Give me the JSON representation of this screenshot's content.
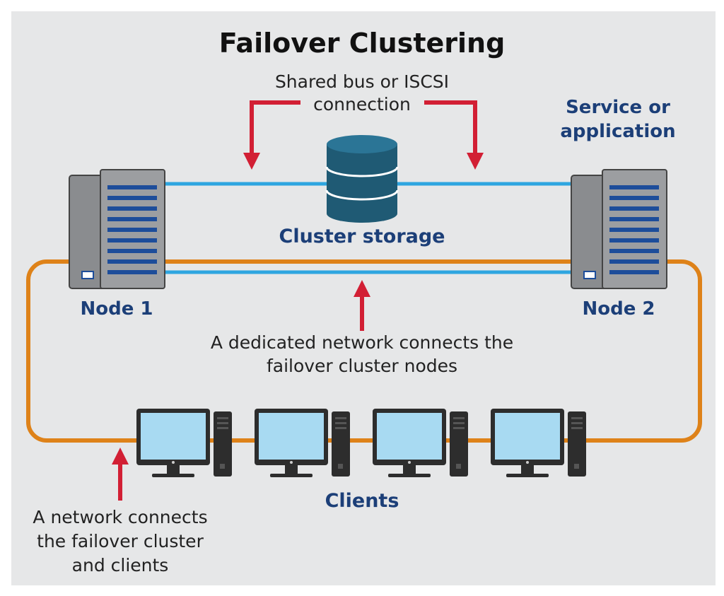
{
  "title": "Failover Clustering",
  "labels": {
    "shared_bus_line1": "Shared bus or ISCSI",
    "shared_bus_line2": "connection",
    "service_line1": "Service or",
    "service_line2": "application",
    "cluster_storage": "Cluster storage",
    "node1": "Node 1",
    "node2": "Node 2",
    "dedicated_line1": "A dedicated network connects the",
    "dedicated_line2": "failover cluster nodes",
    "clients": "Clients",
    "network_line1": "A network connects",
    "network_line2": "the failover cluster",
    "network_line3": "and clients"
  },
  "colors": {
    "panel_bg": "#e6e7e8",
    "heading_blue": "#1c3f78",
    "arrow_red": "#d21f34",
    "link_blue": "#2ea6e0",
    "network_orange": "#de8219",
    "server_gray": "#8a8c8f",
    "server_stripe": "#1d4d9a",
    "storage_teal": "#1f5a74",
    "monitor_screen": "#a8daf2",
    "monitor_frame": "#333333"
  },
  "icons": [
    "server-icon",
    "database-icon",
    "monitor-icon",
    "tower-icon"
  ]
}
